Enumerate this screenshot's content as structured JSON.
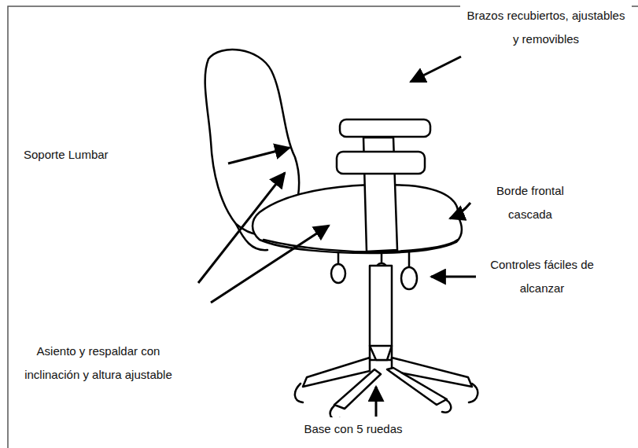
{
  "diagram": {
    "labels": [
      "Brazos recubiertos, ajustables y removibles",
      "Soporte Lumbar",
      "Borde frontal cascada",
      "Controles fáciles de alcanzar",
      "Asiento y respaldar con inclinación y altura ajustable",
      "Base con 5 ruedas"
    ]
  }
}
